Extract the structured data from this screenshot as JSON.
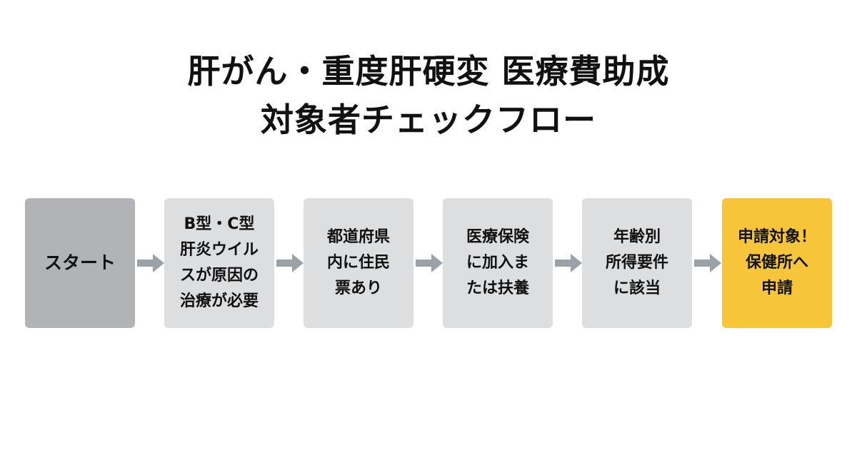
{
  "title": {
    "line1": "肝がん・重度肝硬変 医療費助成",
    "line2": "対象者チェックフロー"
  },
  "steps": [
    {
      "label": "スタート"
    },
    {
      "label": "B型・C型\n肝炎ウイル\nスが原因の\n治療が必要"
    },
    {
      "label": "都道府県\n内に住民\n票あり"
    },
    {
      "label": "医療保険\nに加入ま\nたは扶養"
    },
    {
      "label": "年齢別\n所得要件\nに該当"
    },
    {
      "label": "申請対象！\n保健所へ\n申請"
    }
  ],
  "colors": {
    "start": "#b1b3b6",
    "step": "#dcdee0",
    "goal": "#f6c53a",
    "arrow": "#9aa1a8"
  },
  "icons": {
    "connector": "arrow-right-icon"
  }
}
